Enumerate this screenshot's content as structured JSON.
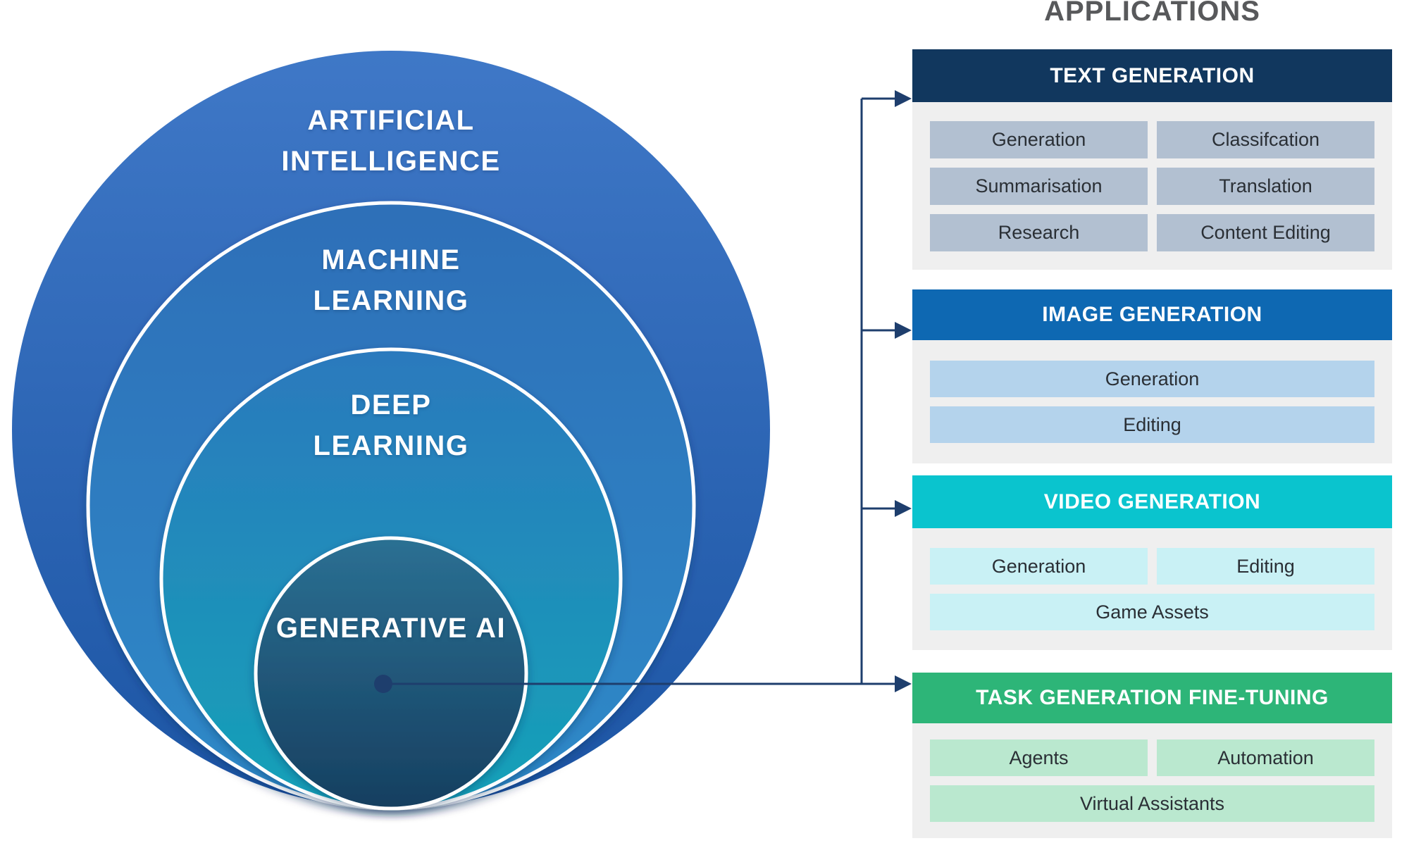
{
  "title": {
    "applications": "APPLICATIONS",
    "color": "#58595b"
  },
  "venn": {
    "circles": [
      {
        "name": "artificial-intelligence",
        "lines": [
          "ARTIFICIAL",
          "INTELLIGENCE"
        ],
        "gradient_top": "#3f78c7",
        "gradient_bottom": "#1c55a4"
      },
      {
        "name": "machine-learning",
        "lines": [
          "MACHINE",
          "LEARNING"
        ],
        "gradient_top": "#2f6fb8",
        "gradient_bottom": "#2e8ac8"
      },
      {
        "name": "deep-learning",
        "lines": [
          "DEEP",
          "LEARNING"
        ],
        "gradient_top": "#2b79bd",
        "gradient_bottom": "#15a2b8"
      },
      {
        "name": "generative-ai",
        "lines": [
          "GENERATIVE AI"
        ],
        "gradient_top": "#2b7093",
        "gradient_bottom": "#163f60"
      }
    ],
    "connector_color": "#1e3e6d"
  },
  "panels": [
    {
      "title": "TEXT GENERATION",
      "header_color": "#11375e",
      "chip_color": "#b2c0d1",
      "chips": [
        {
          "label": "Generation"
        },
        {
          "label": "Classifcation"
        },
        {
          "label": "Summarisation"
        },
        {
          "label": "Translation"
        },
        {
          "label": "Research"
        },
        {
          "label": "Content Editing"
        }
      ]
    },
    {
      "title": "IMAGE GENERATION",
      "header_color": "#0e68b2",
      "chip_color": "#b4d3ec",
      "chips": [
        {
          "label": "Generation"
        },
        {
          "label": "Editing"
        }
      ]
    },
    {
      "title": "VIDEO GENERATION",
      "header_color": "#0ac4ce",
      "chip_color": "#c9f1f5",
      "chips": [
        {
          "label": "Generation"
        },
        {
          "label": "Editing"
        },
        {
          "label": "Game Assets"
        }
      ]
    },
    {
      "title": "TASK GENERATION FINE-TUNING",
      "header_color": "#2db578",
      "chip_color": "#bae8cf",
      "chips": [
        {
          "label": "Agents"
        },
        {
          "label": "Automation"
        },
        {
          "label": "Virtual Assistants"
        }
      ]
    }
  ]
}
